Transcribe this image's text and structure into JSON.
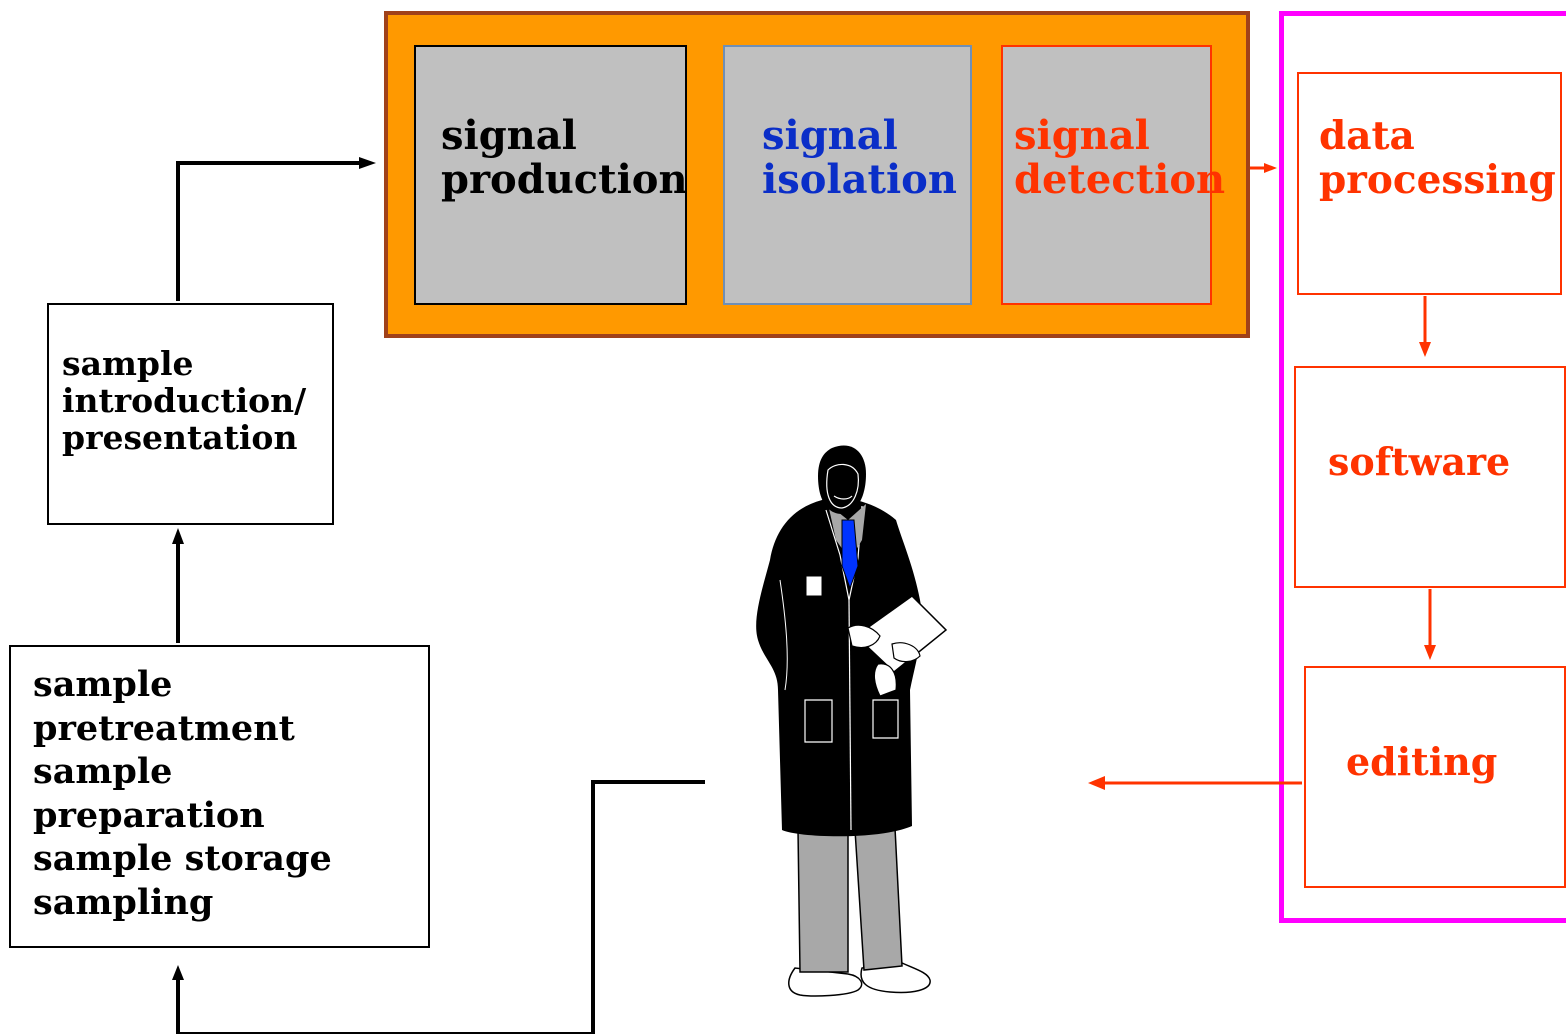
{
  "instrument": {
    "production": {
      "line1": "signal",
      "line2": "production"
    },
    "isolation": {
      "line1": "signal",
      "line2": "isolation"
    },
    "detection": {
      "line1": "signal",
      "line2": "detection"
    }
  },
  "data_side": {
    "processing": {
      "line1": "data",
      "line2": "processing"
    },
    "software": "software",
    "editing": "editing"
  },
  "sample_side": {
    "introduction": {
      "line1": "sample",
      "line2": "introduction/",
      "line3": "presentation"
    },
    "pretreatment": {
      "line1": "sample",
      "line2": "pretreatment",
      "line3": "sample",
      "line4": "preparation",
      "line5": "sample storage",
      "line6": "sampling"
    }
  },
  "colors": {
    "instrument_fill": "#ff9900",
    "instrument_border": "#a0411a",
    "stage_fill": "#c0c0c0",
    "data_frame": "#ff00ff",
    "orange_text": "#ff3300",
    "blue_text": "#0a2ec8",
    "black": "#000000"
  },
  "figure": {
    "icon": "scientist-in-lab-coat-icon"
  }
}
